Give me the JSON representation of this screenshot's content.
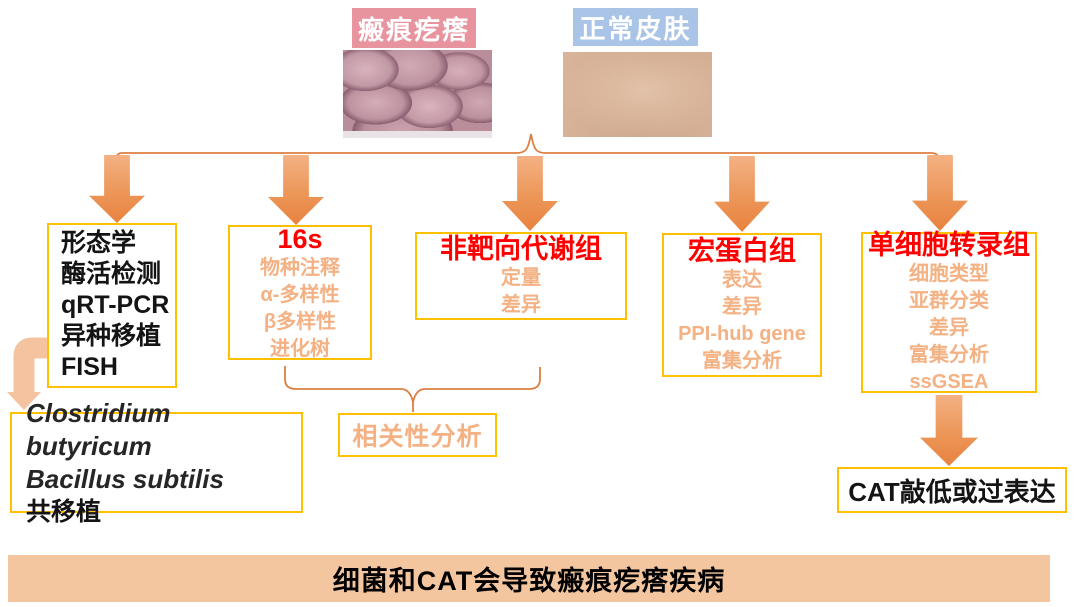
{
  "header": {
    "keloid_label": "瘢痕疙瘩",
    "normal_label": "正常皮肤"
  },
  "analysis_boxes": [
    {
      "title": "",
      "items": [
        "形态学",
        "酶活检测",
        "qRT-PCR",
        "异种移植",
        "FISH"
      ]
    },
    {
      "title": "16s",
      "items": [
        "物种注释",
        "α-多样性",
        "β多样性",
        "进化树"
      ]
    },
    {
      "title": "非靶向代谢组",
      "items": [
        "定量",
        "差异"
      ]
    },
    {
      "title": "宏蛋白组",
      "items": [
        "表达",
        "差异",
        "PPI-hub gene",
        "富集分析"
      ]
    },
    {
      "title": "单细胞转录组",
      "items": [
        "细胞类型",
        "亚群分类",
        "差异",
        "富集分析",
        "ssGSEA"
      ]
    }
  ],
  "transplant_box": {
    "line1": "Clostridium butyricum",
    "line2": "Bacillus subtilis",
    "line3": "共移植"
  },
  "correlation_box": {
    "label": "相关性分析"
  },
  "cat_box": {
    "label": "CAT敲低或过表达"
  },
  "banner": {
    "text": "细菌和CAT会导致瘢痕疙瘩疾病"
  },
  "colors": {
    "box_border": "#FFC000",
    "title_red": "#FF0000",
    "item_orange": "#F4B183",
    "arrow_orange": "#EC9658",
    "connector_line": "#DD7E42",
    "keloid_label_bg": "#E8949F",
    "normal_label_bg": "#A9C4E6",
    "banner_bg": "#F4C6A0"
  }
}
